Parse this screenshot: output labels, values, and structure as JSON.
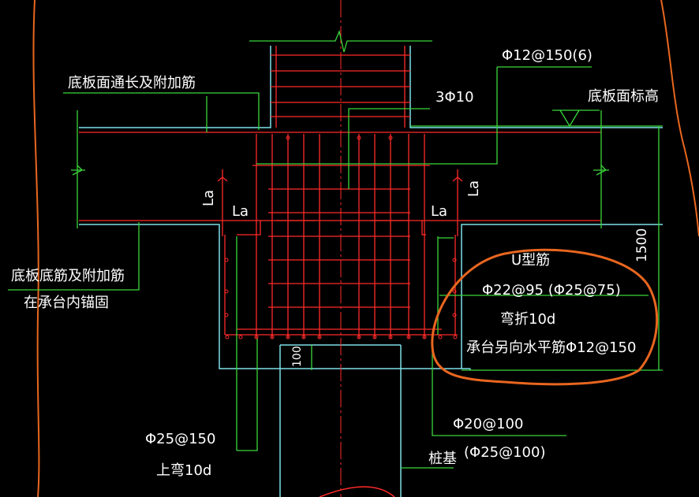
{
  "drawing": {
    "colors": {
      "background": "#000000",
      "concrete_outline": "#7ee0e8",
      "rebar": "#ff2a2a",
      "leader": "#3ad63a",
      "dimension": "#3ad63a",
      "text": "#ffffff",
      "markup": "#e8661f",
      "centerline": "#ff2a2a"
    },
    "labels": {
      "slab_top_rebar": "底板面通长及附加筋",
      "stirrup_spec": "Φ12@150(6)",
      "three_phi10": "3Φ10",
      "slab_top_elevation": "底板面标高",
      "la_left_vertical": "La",
      "la_left_horizontal": "La",
      "la_right_horizontal": "La",
      "la_right_vertical": "La",
      "slab_bottom_rebar_line1": "底板底筋及附加筋",
      "slab_bottom_rebar_line2": "在承台内锚固",
      "u_bar_title": "U型筋",
      "u_bar_spec": "Φ22@95 (Φ25@75)",
      "u_bar_bend": "弯折10d",
      "cap_other_direction": "承台另向水平筋Φ12@150",
      "dim_1500": "1500",
      "dim_100": "100",
      "pile_bottom_rebar": "Φ25@150",
      "pile_bottom_bend": "上弯10d",
      "phi20": "Φ20@100",
      "pile_label": "桩基",
      "pile_spec": "(Φ25@100)"
    }
  }
}
